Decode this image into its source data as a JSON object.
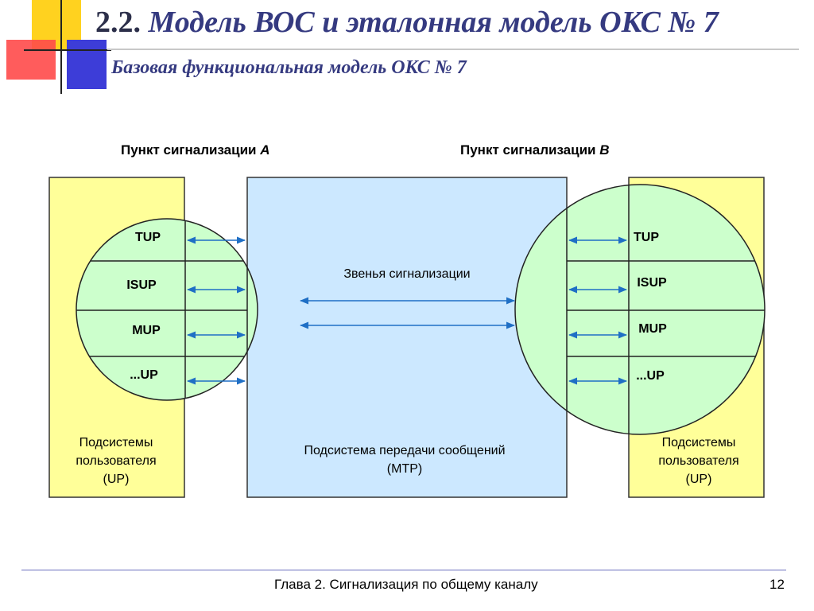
{
  "title": {
    "number": "2.2.",
    "text": "Модель ВОС и эталонная модель ОКС № 7"
  },
  "subtitle": "Базовая функциональная модель ОКС № 7",
  "diagram": {
    "point_a": {
      "label": "Пункт сигнализации ",
      "letter": "A"
    },
    "point_b": {
      "label": "Пункт сигнализации ",
      "letter": "B"
    },
    "user_parts_left": [
      "TUP",
      "ISUP",
      "MUP",
      "...UP"
    ],
    "user_parts_right": [
      "TUP",
      "ISUP",
      "MUP",
      "...UP"
    ],
    "links_label": "Звенья сигнализации",
    "mtp_label": [
      "Подсистема передачи сообщений",
      "(MTP)"
    ],
    "up_label_left": [
      "Подсистемы",
      "пользователя",
      "(UP)"
    ],
    "up_label_right": [
      "Подсистемы",
      "пользователя",
      "(UP)"
    ]
  },
  "colors": {
    "yellow_box": "#ffff99",
    "mtp_box": "#cce8ff",
    "circle": "#ccffcc",
    "arrow": "#1f6fc5",
    "title": "#353a80"
  },
  "footer": {
    "text": "Глава 2. Сигнализация по общему каналу",
    "page": "12"
  }
}
